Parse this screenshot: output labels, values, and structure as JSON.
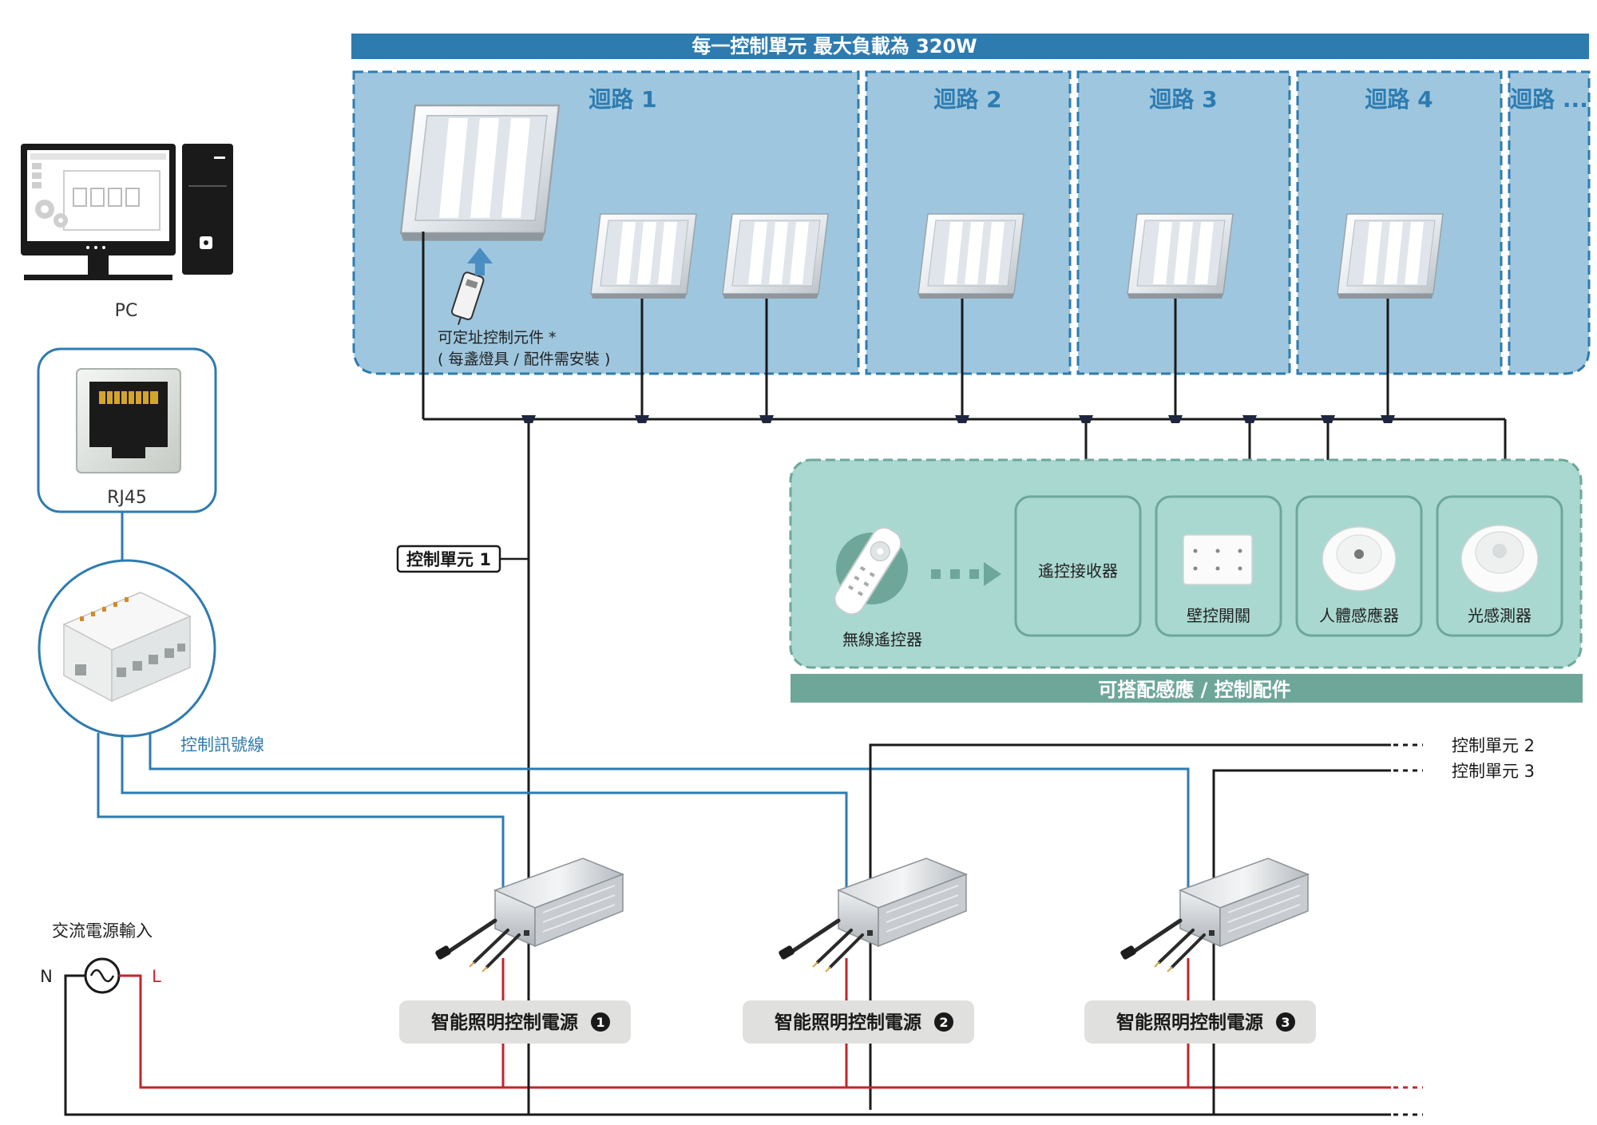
{
  "header": {
    "title": "每一控制單元 最大負載為 320W"
  },
  "loops": [
    "迴路 1",
    "迴路 2",
    "迴路 3",
    "迴路 4",
    "迴路 ..."
  ],
  "addressable_note": {
    "line1": "可定址控制元件 *",
    "line2": "( 每盞燈具 / 配件需安裝 )"
  },
  "pc": {
    "label": "PC"
  },
  "rj45": {
    "label": "RJ45"
  },
  "control_unit_1": {
    "label": "控制單元 1"
  },
  "signal_line": {
    "label": "控制訊號線"
  },
  "accessories": {
    "wireless_remote": "無線遙控器",
    "remote_receiver": "遙控接收器",
    "wall_switch": "壁控開關",
    "pir_sensor": "人體感應器",
    "light_sensor": "光感測器",
    "footer": "可搭配感應 / 控制配件"
  },
  "other_units": [
    "控制單元 2",
    "控制單元 3"
  ],
  "ac_input": {
    "label": "交流電源輸入",
    "n": "N",
    "l": "L"
  },
  "drivers": [
    {
      "label": "智能照明控制電源",
      "num": "1"
    },
    {
      "label": "智能照明控制電源",
      "num": "2"
    },
    {
      "label": "智能照明控制電源",
      "num": "3"
    }
  ],
  "colors": {
    "header_bar": "#2e7bb0",
    "loop_fill": "#9ec7df",
    "loop_title": "#2e7bb0",
    "accessory_fill": "#a9d8d0",
    "accessory_footer": "#6ea79a",
    "signal_wire": "#2e7bb0",
    "live_wire": "#c0262d",
    "neutral_wire": "#222222",
    "driver_label_bg": "#e0e0de"
  }
}
